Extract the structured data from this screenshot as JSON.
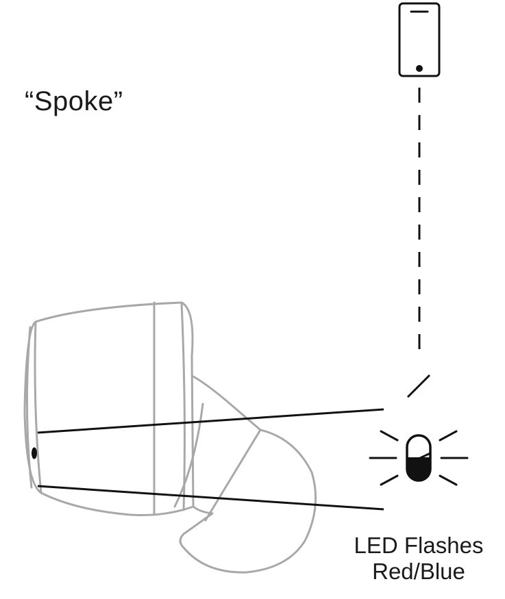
{
  "spoken_phrase": "“Spoke”",
  "led_caption": {
    "line1": "LED Flashes",
    "line2": "Red/Blue"
  },
  "icons": {
    "phone": "smartphone-icon",
    "led": "led-indicator-icon",
    "earbud": "earbud-illustration"
  },
  "colors": {
    "outline_gray": "#a8a8a8",
    "line_black": "#111111",
    "text": "#1a1a1a"
  }
}
